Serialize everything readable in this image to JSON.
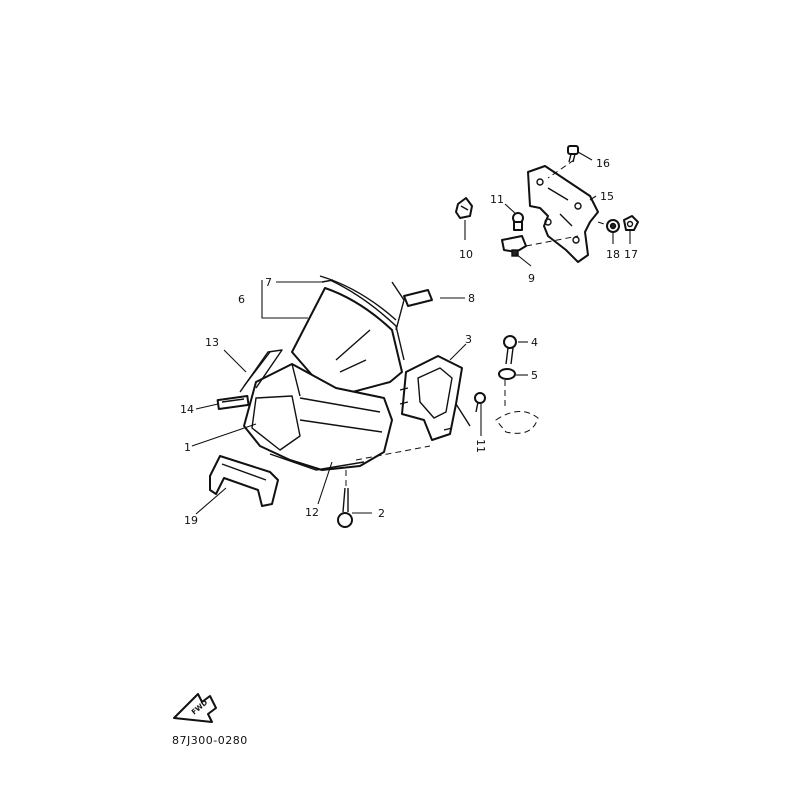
{
  "diagram": {
    "drawing_code": "87J300-0280",
    "fwd_label": "FWD",
    "callouts": {
      "c1": "1",
      "c2": "2",
      "c3": "3",
      "c4": "4",
      "c5": "5",
      "c6": "6",
      "c7": "7",
      "c8": "8",
      "c9": "9",
      "c10": "10",
      "c11a": "11",
      "c11b": "11",
      "c12": "12",
      "c13": "13",
      "c14": "14",
      "c15": "15",
      "c16": "16",
      "c17": "17",
      "c18": "18",
      "c19": "19"
    }
  }
}
